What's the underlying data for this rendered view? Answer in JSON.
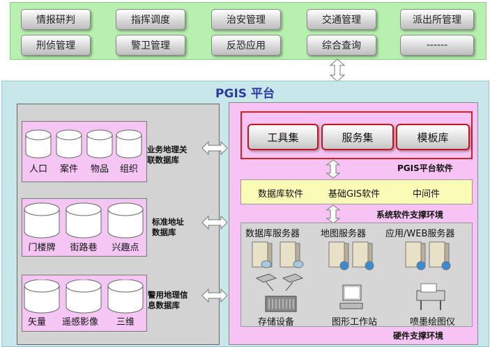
{
  "top_apps": [
    {
      "label": "情报研判"
    },
    {
      "label": "指挥调度"
    },
    {
      "label": "治安管理"
    },
    {
      "label": "交通管理"
    },
    {
      "label": "派出所管理"
    },
    {
      "label": "刑侦管理"
    },
    {
      "label": "警卫管理"
    },
    {
      "label": "反恐应用"
    },
    {
      "label": "综合查询"
    },
    {
      "label": "------"
    }
  ],
  "platform_title": "PGIS 平台",
  "databases": [
    {
      "label": "业务地理关\n联数据库",
      "items": [
        "人口",
        "案件",
        "物品",
        "组织"
      ]
    },
    {
      "label": "标准地址\n数据库",
      "items": [
        "门楼牌",
        "街路巷",
        "兴趣点"
      ]
    },
    {
      "label": "警用地理信\n息数据库",
      "items": [
        "矢量",
        "遥感影像",
        "三维"
      ]
    }
  ],
  "pgis_software": {
    "label": "PGIS平台软件",
    "items": [
      "工具集",
      "服务集",
      "模板库"
    ]
  },
  "system_software": {
    "label": "系统软件支撑环境",
    "items": [
      "数据库软件",
      "基础GIS软件",
      "中间件"
    ]
  },
  "hardware": {
    "label": "硬件支撑环境",
    "servers": [
      "数据库服务器",
      "地图服务器",
      "应用/WEB服务器"
    ],
    "devices": [
      "存储设备",
      "图形工作站",
      "喷墨绘图仪"
    ]
  },
  "colors": {
    "app_panel": "#b8f0b0",
    "platform_bg": "#c8e7eb",
    "db_box": "#f5c6f3",
    "right_panel": "#f7c3f4",
    "highlight_border": "#d42020",
    "system_box": "#fbfbb8",
    "title_blue": "#2b3aa8"
  }
}
